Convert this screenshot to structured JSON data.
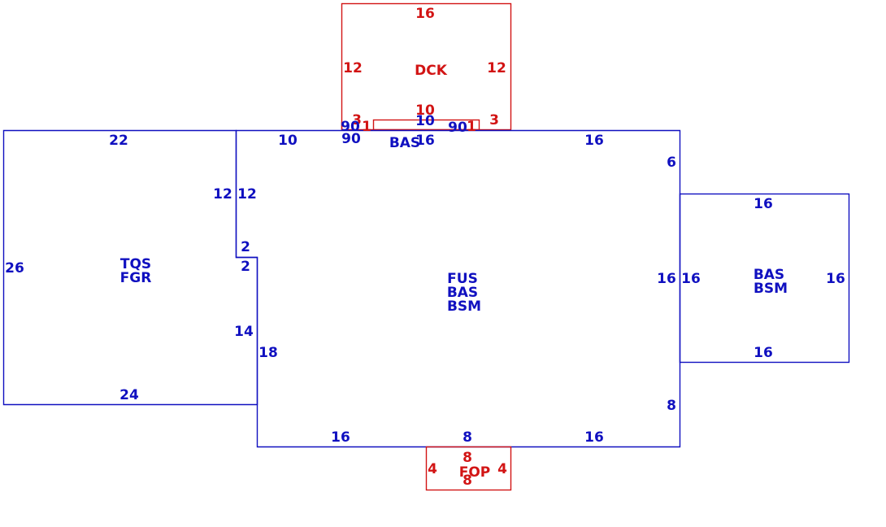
{
  "colors": {
    "building": "#1010c0",
    "exterior": "#d21414",
    "background": "#ffffff"
  },
  "areas": {
    "dck": {
      "codes": [
        "DCK"
      ]
    },
    "main": {
      "codes": [
        "FUS",
        "BAS",
        "BSM"
      ]
    },
    "garage": {
      "codes": [
        "TQS",
        "FGR"
      ]
    },
    "east_wing": {
      "codes": [
        "BAS",
        "BSM"
      ]
    },
    "bay": {
      "codes": [
        "BAS"
      ]
    },
    "fop": {
      "codes": [
        "FOP"
      ]
    }
  },
  "dims": {
    "dck_top": "16",
    "dck_left": "12",
    "dck_right": "12",
    "dck_inner": "10",
    "dck_step_left": "3",
    "dck_step_right": "3",
    "dck_small_left": "1",
    "dck_small_right": "1",
    "bay_top": "10",
    "bay_angle_left_top": "90",
    "bay_angle_left": "90",
    "bay_angle_right": "90",
    "bay_width": "16",
    "main_top_left": "10",
    "main_top_right": "16",
    "main_right_upper": "6",
    "main_right_mid": "16",
    "main_right_lower": "8",
    "main_left_upper": "12",
    "main_jog_inner": "2",
    "main_left_lower": "18",
    "main_bottom_left": "16",
    "main_bottom_mid": "8",
    "main_bottom_right": "16",
    "garage_top": "22",
    "garage_left": "26",
    "garage_bottom": "24",
    "garage_right_upper": "12",
    "garage_jog": "2",
    "garage_right_lower": "14",
    "east_top": "16",
    "east_left": "16",
    "east_right": "16",
    "east_bottom": "16",
    "fop_top": "8",
    "fop_bottom": "8",
    "fop_left": "4",
    "fop_right": "4"
  }
}
